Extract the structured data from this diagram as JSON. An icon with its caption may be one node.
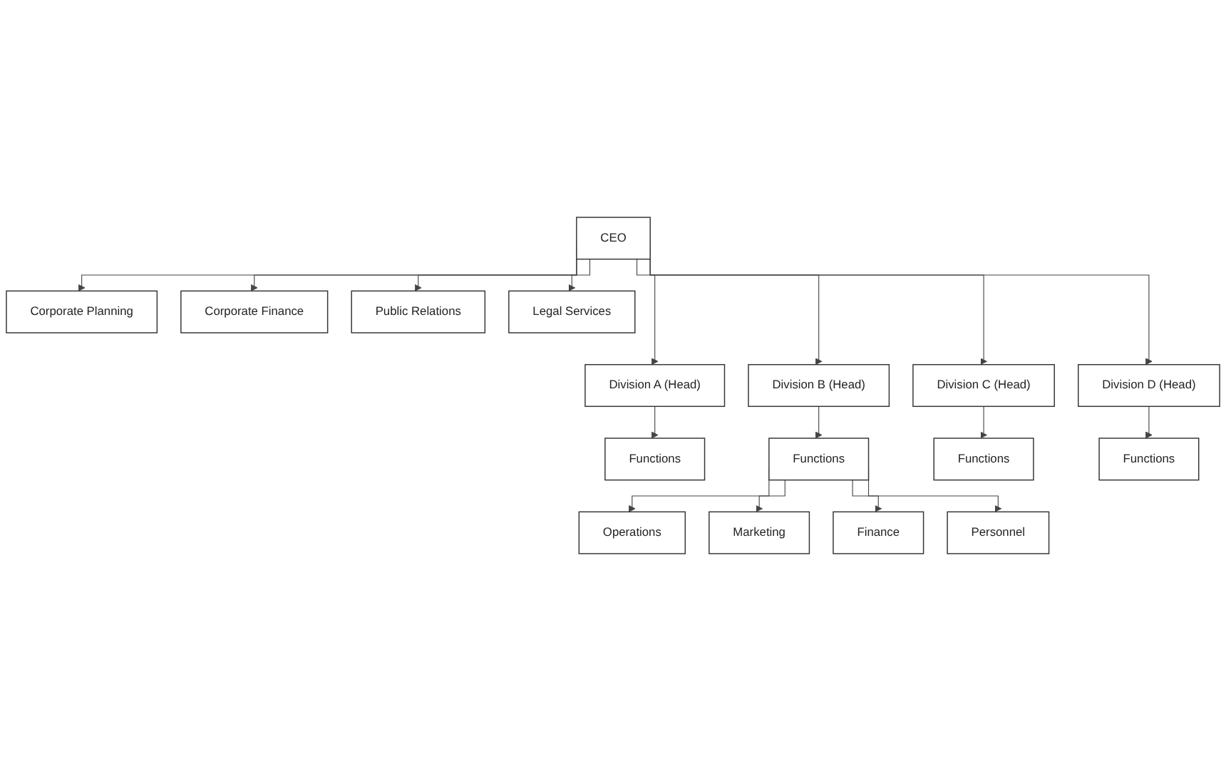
{
  "diagram": {
    "nodes": [
      {
        "text": [
          "CEO"
        ]
      },
      {
        "text": [
          "Corporate Planning"
        ]
      },
      {
        "text": [
          "Corporate Finance"
        ]
      },
      {
        "text": [
          "Public Relations"
        ]
      },
      {
        "text": [
          "Legal Services"
        ]
      },
      {
        "text": [
          "Division A (Head)"
        ]
      },
      {
        "text": [
          "Division B (Head)"
        ]
      },
      {
        "text": [
          "Division C (Head)"
        ]
      },
      {
        "text": [
          "Division D (Head)"
        ]
      },
      {
        "text": [
          "Functions"
        ]
      },
      {
        "text": [
          "Functions"
        ]
      },
      {
        "text": [
          "Functions"
        ]
      },
      {
        "text": [
          "Functions"
        ]
      },
      {
        "text": [
          "Operations"
        ]
      },
      {
        "text": [
          "Marketing"
        ]
      },
      {
        "text": [
          "Finance"
        ]
      },
      {
        "text": [
          "Personnel"
        ]
      }
    ],
    "edges": [
      {
        "from": 0,
        "to": 1,
        "arrow": "to"
      },
      {
        "from": 0,
        "to": 2,
        "arrow": "to"
      },
      {
        "from": 0,
        "to": 3,
        "arrow": "to"
      },
      {
        "from": 0,
        "to": 4,
        "arrow": "to"
      },
      {
        "from": 0,
        "to": 5,
        "arrow": "to"
      },
      {
        "from": 0,
        "to": 6,
        "arrow": "to"
      },
      {
        "from": 0,
        "to": 7,
        "arrow": "to"
      },
      {
        "from": 0,
        "to": 8,
        "arrow": "to"
      },
      {
        "from": 5,
        "to": 9,
        "arrow": "to"
      },
      {
        "from": 6,
        "to": 10,
        "arrow": "to"
      },
      {
        "from": 7,
        "to": 11,
        "arrow": "to"
      },
      {
        "from": 8,
        "to": 12,
        "arrow": "to"
      },
      {
        "from": 10,
        "to": 13,
        "arrow": "to"
      },
      {
        "from": 10,
        "to": 14,
        "arrow": "to"
      },
      {
        "from": 10,
        "to": 15,
        "arrow": "to"
      },
      {
        "from": 10,
        "to": 16,
        "arrow": "to"
      }
    ]
  }
}
